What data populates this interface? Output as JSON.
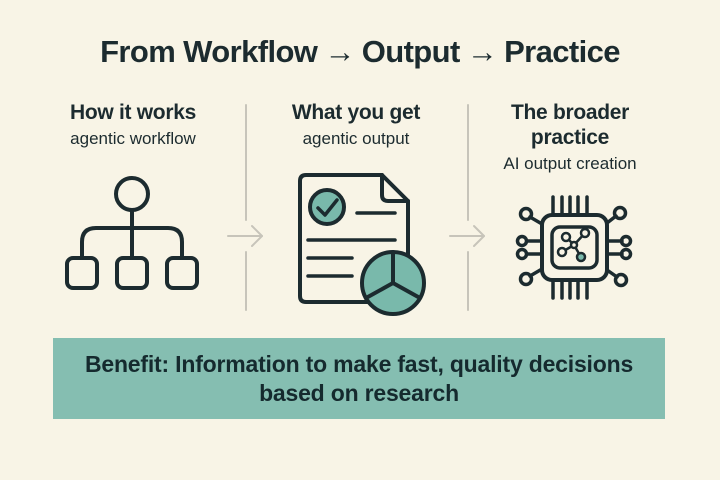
{
  "colors": {
    "background": "#F8F4E6",
    "ink": "#1C2B2F",
    "icon_teal": "#79B9AB",
    "banner_teal": "#85BEB1",
    "divider_gray": "#C7C4BA"
  },
  "title": {
    "from": "From Workflow",
    "arrow1": "→",
    "output": "Output",
    "arrow2": "→",
    "practice": "Practice"
  },
  "columns": [
    {
      "heading": "How it works",
      "subheading": "agentic workflow",
      "icon": "flowchart-icon"
    },
    {
      "heading": "What you get",
      "subheading": "agentic output",
      "icon": "document-report-icon"
    },
    {
      "heading": "The broader practice",
      "subheading": "AI output creation",
      "icon": "circuit-chip-icon"
    }
  ],
  "separators": {
    "arrow_glyph": "→"
  },
  "banner": {
    "text": "Benefit: Information to make fast, quality decisions based on research"
  }
}
